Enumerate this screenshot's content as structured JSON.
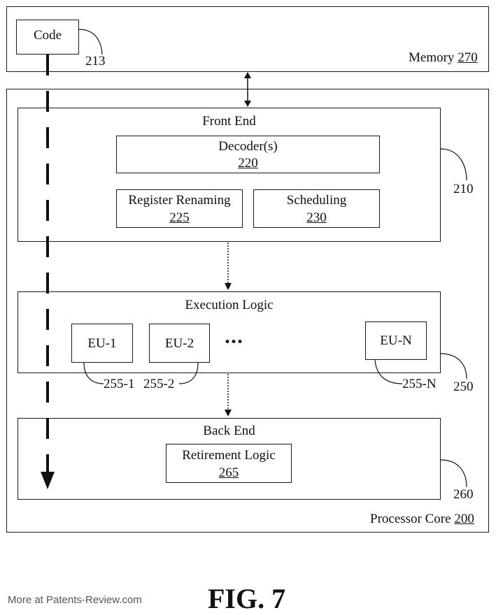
{
  "memory": {
    "label": "Memory",
    "ref": "270"
  },
  "code": {
    "label": "Code",
    "ref": "213"
  },
  "processor": {
    "label": "Processor Core",
    "ref": "200"
  },
  "front_end": {
    "label": "Front End",
    "ref": "210",
    "decoder": {
      "label": "Decoder(s)",
      "ref": "220"
    },
    "register_renaming": {
      "label": "Register Renaming",
      "ref": "225"
    },
    "scheduling": {
      "label": "Scheduling",
      "ref": "230"
    }
  },
  "execution": {
    "label": "Execution Logic",
    "ref": "250",
    "units": [
      {
        "label": "EU-1",
        "ref": "255-1"
      },
      {
        "label": "EU-2",
        "ref": "255-2"
      },
      {
        "label": "EU-N",
        "ref": "255-N"
      }
    ],
    "ellipsis": "•••"
  },
  "back_end": {
    "label": "Back End",
    "ref": "260",
    "retirement": {
      "label": "Retirement Logic",
      "ref": "265"
    }
  },
  "figure_label": "FIG. 7",
  "watermark": "More at Patents-Review.com"
}
